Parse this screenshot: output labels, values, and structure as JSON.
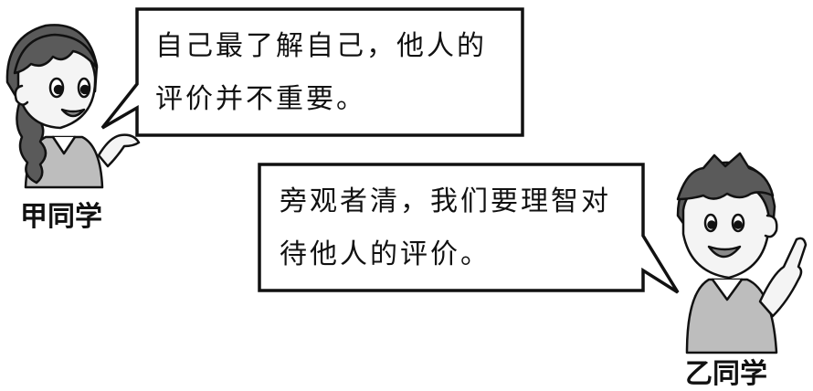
{
  "student_a": {
    "name": "甲同学",
    "line1": "自己最了解自己，他人的",
    "line2": "评价并不重要。"
  },
  "student_b": {
    "name": "乙同学",
    "line1": "旁观者清，我们要理智对",
    "line2": "待他人的评价。"
  },
  "colors": {
    "ink": "#111111",
    "skin": "#f4f4f4",
    "hair": "#5a5a5a",
    "shirt": "#bdbdbd",
    "shadow": "#8a8a8a"
  }
}
